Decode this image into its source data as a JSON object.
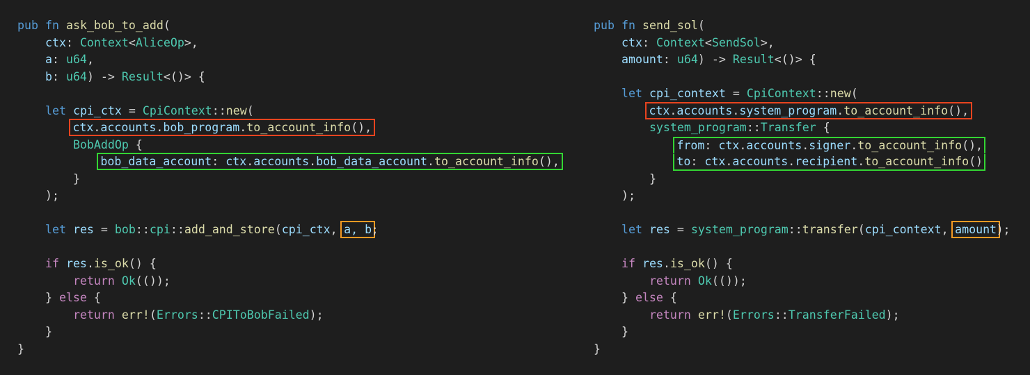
{
  "colors": {
    "background": "#1e1e1e",
    "highlight_red": "#e8441f",
    "highlight_green": "#33d433",
    "highlight_orange": "#f59a23"
  },
  "left_code": [
    {
      "indent": "",
      "tokens": [
        {
          "t": "pub",
          "c": "kw"
        },
        {
          "t": " "
        },
        {
          "t": "fn",
          "c": "kw"
        },
        {
          "t": " "
        },
        {
          "t": "ask_bob_to_add",
          "c": "fn"
        },
        {
          "t": "(",
          "c": "pl"
        }
      ]
    },
    {
      "indent": "    ",
      "tokens": [
        {
          "t": "ctx",
          "c": "id"
        },
        {
          "t": ": ",
          "c": "pl"
        },
        {
          "t": "Context",
          "c": "ty"
        },
        {
          "t": "<",
          "c": "pl"
        },
        {
          "t": "AliceOp",
          "c": "ty"
        },
        {
          "t": ">,",
          "c": "pl"
        }
      ]
    },
    {
      "indent": "    ",
      "tokens": [
        {
          "t": "a",
          "c": "id"
        },
        {
          "t": ": ",
          "c": "pl"
        },
        {
          "t": "u64",
          "c": "ty"
        },
        {
          "t": ",",
          "c": "pl"
        }
      ]
    },
    {
      "indent": "    ",
      "tokens": [
        {
          "t": "b",
          "c": "id"
        },
        {
          "t": ": ",
          "c": "pl"
        },
        {
          "t": "u64",
          "c": "ty"
        },
        {
          "t": ") -> ",
          "c": "pl"
        },
        {
          "t": "Result",
          "c": "ty"
        },
        {
          "t": "<()> {",
          "c": "pl"
        }
      ]
    },
    {
      "indent": "",
      "tokens": []
    },
    {
      "indent": "    ",
      "tokens": [
        {
          "t": "let",
          "c": "kw"
        },
        {
          "t": " "
        },
        {
          "t": "cpi_ctx",
          "c": "id"
        },
        {
          "t": " = ",
          "c": "pl"
        },
        {
          "t": "CpiContext",
          "c": "ty"
        },
        {
          "t": "::",
          "c": "pl"
        },
        {
          "t": "new",
          "c": "fn"
        },
        {
          "t": "(",
          "c": "pl"
        }
      ]
    },
    {
      "indent": "        ",
      "box": "red",
      "name": "bob-program-account-highlight",
      "tokens": [
        {
          "t": "ctx",
          "c": "id"
        },
        {
          "t": ".",
          "c": "pl"
        },
        {
          "t": "accounts",
          "c": "id"
        },
        {
          "t": ".",
          "c": "pl"
        },
        {
          "t": "bob_program",
          "c": "id"
        },
        {
          "t": ".",
          "c": "pl"
        },
        {
          "t": "to_account_info",
          "c": "fn"
        },
        {
          "t": "(),",
          "c": "pl"
        }
      ]
    },
    {
      "indent": "        ",
      "tokens": [
        {
          "t": "BobAddOp",
          "c": "ty"
        },
        {
          "t": " {",
          "c": "pl"
        }
      ]
    },
    {
      "indent": "            ",
      "box": "green",
      "name": "bob-data-account-highlight",
      "tokens": [
        {
          "t": "bob_data_account",
          "c": "id"
        },
        {
          "t": ": ",
          "c": "pl"
        },
        {
          "t": "ctx",
          "c": "id"
        },
        {
          "t": ".",
          "c": "pl"
        },
        {
          "t": "accounts",
          "c": "id"
        },
        {
          "t": ".",
          "c": "pl"
        },
        {
          "t": "bob_data_account",
          "c": "id"
        },
        {
          "t": ".",
          "c": "pl"
        },
        {
          "t": "to_account_info",
          "c": "fn"
        },
        {
          "t": "(),",
          "c": "pl"
        }
      ]
    },
    {
      "indent": "        ",
      "tokens": [
        {
          "t": "}",
          "c": "pl"
        }
      ]
    },
    {
      "indent": "    ",
      "tokens": [
        {
          "t": ");",
          "c": "pl"
        }
      ]
    },
    {
      "indent": "",
      "tokens": []
    },
    {
      "indent": "    ",
      "tokens": [
        {
          "t": "let",
          "c": "kw"
        },
        {
          "t": " "
        },
        {
          "t": "res",
          "c": "id"
        },
        {
          "t": " = ",
          "c": "pl"
        },
        {
          "t": "bob",
          "c": "ty"
        },
        {
          "t": "::",
          "c": "pl"
        },
        {
          "t": "cpi",
          "c": "ty"
        },
        {
          "t": "::",
          "c": "pl"
        },
        {
          "t": "add_and_store",
          "c": "fn"
        },
        {
          "t": "(",
          "c": "pl"
        },
        {
          "t": "cpi_ctx",
          "c": "id"
        },
        {
          "t": ", ",
          "c": "pl"
        },
        {
          "t": "a, b",
          "c": "id",
          "box": "orange",
          "name": "args-highlight"
        },
        {
          "t": ";",
          "c": "pl"
        }
      ]
    },
    {
      "indent": "",
      "tokens": []
    },
    {
      "indent": "    ",
      "tokens": [
        {
          "t": "if",
          "c": "ctl"
        },
        {
          "t": " "
        },
        {
          "t": "res",
          "c": "id"
        },
        {
          "t": ".",
          "c": "pl"
        },
        {
          "t": "is_ok",
          "c": "fn"
        },
        {
          "t": "() {",
          "c": "pl"
        }
      ]
    },
    {
      "indent": "        ",
      "tokens": [
        {
          "t": "return",
          "c": "ctl"
        },
        {
          "t": " "
        },
        {
          "t": "Ok",
          "c": "ty"
        },
        {
          "t": "(());",
          "c": "pl"
        }
      ]
    },
    {
      "indent": "    ",
      "tokens": [
        {
          "t": "} ",
          "c": "pl"
        },
        {
          "t": "else",
          "c": "ctl"
        },
        {
          "t": " {",
          "c": "pl"
        }
      ]
    },
    {
      "indent": "        ",
      "tokens": [
        {
          "t": "return",
          "c": "ctl"
        },
        {
          "t": " "
        },
        {
          "t": "err!",
          "c": "fn"
        },
        {
          "t": "(",
          "c": "pl"
        },
        {
          "t": "Errors",
          "c": "ty"
        },
        {
          "t": "::",
          "c": "pl"
        },
        {
          "t": "CPIToBobFailed",
          "c": "ty"
        },
        {
          "t": ");",
          "c": "pl"
        }
      ]
    },
    {
      "indent": "    ",
      "tokens": [
        {
          "t": "}",
          "c": "pl"
        }
      ]
    },
    {
      "indent": "",
      "tokens": [
        {
          "t": "}",
          "c": "pl"
        }
      ]
    }
  ],
  "right_code": [
    {
      "indent": "",
      "tokens": [
        {
          "t": "pub",
          "c": "kw"
        },
        {
          "t": " "
        },
        {
          "t": "fn",
          "c": "kw"
        },
        {
          "t": " "
        },
        {
          "t": "send_sol",
          "c": "fn"
        },
        {
          "t": "(",
          "c": "pl"
        }
      ]
    },
    {
      "indent": "    ",
      "tokens": [
        {
          "t": "ctx",
          "c": "id"
        },
        {
          "t": ": ",
          "c": "pl"
        },
        {
          "t": "Context",
          "c": "ty"
        },
        {
          "t": "<",
          "c": "pl"
        },
        {
          "t": "SendSol",
          "c": "ty"
        },
        {
          "t": ">,",
          "c": "pl"
        }
      ]
    },
    {
      "indent": "    ",
      "tokens": [
        {
          "t": "amount",
          "c": "id"
        },
        {
          "t": ": ",
          "c": "pl"
        },
        {
          "t": "u64",
          "c": "ty"
        },
        {
          "t": ") -> ",
          "c": "pl"
        },
        {
          "t": "Result",
          "c": "ty"
        },
        {
          "t": "<()> {",
          "c": "pl"
        }
      ]
    },
    {
      "indent": "",
      "tokens": []
    },
    {
      "indent": "    ",
      "tokens": [
        {
          "t": "let",
          "c": "kw"
        },
        {
          "t": " "
        },
        {
          "t": "cpi_context",
          "c": "id"
        },
        {
          "t": " = ",
          "c": "pl"
        },
        {
          "t": "CpiContext",
          "c": "ty"
        },
        {
          "t": "::",
          "c": "pl"
        },
        {
          "t": "new",
          "c": "fn"
        },
        {
          "t": "(",
          "c": "pl"
        }
      ]
    },
    {
      "indent": "        ",
      "box": "red",
      "name": "system-program-account-highlight",
      "tokens": [
        {
          "t": "ctx",
          "c": "id"
        },
        {
          "t": ".",
          "c": "pl"
        },
        {
          "t": "accounts",
          "c": "id"
        },
        {
          "t": ".",
          "c": "pl"
        },
        {
          "t": "system_program",
          "c": "id"
        },
        {
          "t": ".",
          "c": "pl"
        },
        {
          "t": "to_account_info",
          "c": "fn"
        },
        {
          "t": "(),",
          "c": "pl"
        }
      ]
    },
    {
      "indent": "        ",
      "tokens": [
        {
          "t": "system_program",
          "c": "ty"
        },
        {
          "t": "::",
          "c": "pl"
        },
        {
          "t": "Transfer",
          "c": "ty"
        },
        {
          "t": " {",
          "c": "pl"
        }
      ]
    },
    {
      "indent": "            ",
      "box": "green",
      "name": "transfer-accounts-highlight",
      "multi": "start",
      "tokens": [
        {
          "t": "from",
          "c": "id"
        },
        {
          "t": ": ",
          "c": "pl"
        },
        {
          "t": "ctx",
          "c": "id"
        },
        {
          "t": ".",
          "c": "pl"
        },
        {
          "t": "accounts",
          "c": "id"
        },
        {
          "t": ".",
          "c": "pl"
        },
        {
          "t": "signer",
          "c": "id"
        },
        {
          "t": ".",
          "c": "pl"
        },
        {
          "t": "to_account_info",
          "c": "fn"
        },
        {
          "t": "(),",
          "c": "pl"
        }
      ]
    },
    {
      "indent": "            ",
      "box": "green",
      "multi": "end",
      "tokens": [
        {
          "t": "to",
          "c": "id"
        },
        {
          "t": ": ",
          "c": "pl"
        },
        {
          "t": "ctx",
          "c": "id"
        },
        {
          "t": ".",
          "c": "pl"
        },
        {
          "t": "accounts",
          "c": "id"
        },
        {
          "t": ".",
          "c": "pl"
        },
        {
          "t": "recipient",
          "c": "id"
        },
        {
          "t": ".",
          "c": "pl"
        },
        {
          "t": "to_account_info",
          "c": "fn"
        },
        {
          "t": "()",
          "c": "pl"
        }
      ]
    },
    {
      "indent": "        ",
      "tokens": [
        {
          "t": "}",
          "c": "pl"
        }
      ]
    },
    {
      "indent": "    ",
      "tokens": [
        {
          "t": ");",
          "c": "pl"
        }
      ]
    },
    {
      "indent": "",
      "tokens": []
    },
    {
      "indent": "    ",
      "tokens": [
        {
          "t": "let",
          "c": "kw"
        },
        {
          "t": " "
        },
        {
          "t": "res",
          "c": "id"
        },
        {
          "t": " = ",
          "c": "pl"
        },
        {
          "t": "system_program",
          "c": "ty"
        },
        {
          "t": "::",
          "c": "pl"
        },
        {
          "t": "transfer",
          "c": "fn"
        },
        {
          "t": "(",
          "c": "pl"
        },
        {
          "t": "cpi_context",
          "c": "id"
        },
        {
          "t": ", ",
          "c": "pl"
        },
        {
          "t": "amount",
          "c": "id",
          "box": "orange",
          "name": "amount-highlight"
        },
        {
          "t": ");",
          "c": "pl"
        }
      ]
    },
    {
      "indent": "",
      "tokens": []
    },
    {
      "indent": "    ",
      "tokens": [
        {
          "t": "if",
          "c": "ctl"
        },
        {
          "t": " "
        },
        {
          "t": "res",
          "c": "id"
        },
        {
          "t": ".",
          "c": "pl"
        },
        {
          "t": "is_ok",
          "c": "fn"
        },
        {
          "t": "() {",
          "c": "pl"
        }
      ]
    },
    {
      "indent": "        ",
      "tokens": [
        {
          "t": "return",
          "c": "ctl"
        },
        {
          "t": " "
        },
        {
          "t": "Ok",
          "c": "ty"
        },
        {
          "t": "(());",
          "c": "pl"
        }
      ]
    },
    {
      "indent": "    ",
      "tokens": [
        {
          "t": "} ",
          "c": "pl"
        },
        {
          "t": "else",
          "c": "ctl"
        },
        {
          "t": " {",
          "c": "pl"
        }
      ]
    },
    {
      "indent": "        ",
      "tokens": [
        {
          "t": "return",
          "c": "ctl"
        },
        {
          "t": " "
        },
        {
          "t": "err!",
          "c": "fn"
        },
        {
          "t": "(",
          "c": "pl"
        },
        {
          "t": "Errors",
          "c": "ty"
        },
        {
          "t": "::",
          "c": "pl"
        },
        {
          "t": "TransferFailed",
          "c": "ty"
        },
        {
          "t": ");",
          "c": "pl"
        }
      ]
    },
    {
      "indent": "    ",
      "tokens": [
        {
          "t": "}",
          "c": "pl"
        }
      ]
    },
    {
      "indent": "",
      "tokens": [
        {
          "t": "}",
          "c": "pl"
        }
      ]
    }
  ]
}
